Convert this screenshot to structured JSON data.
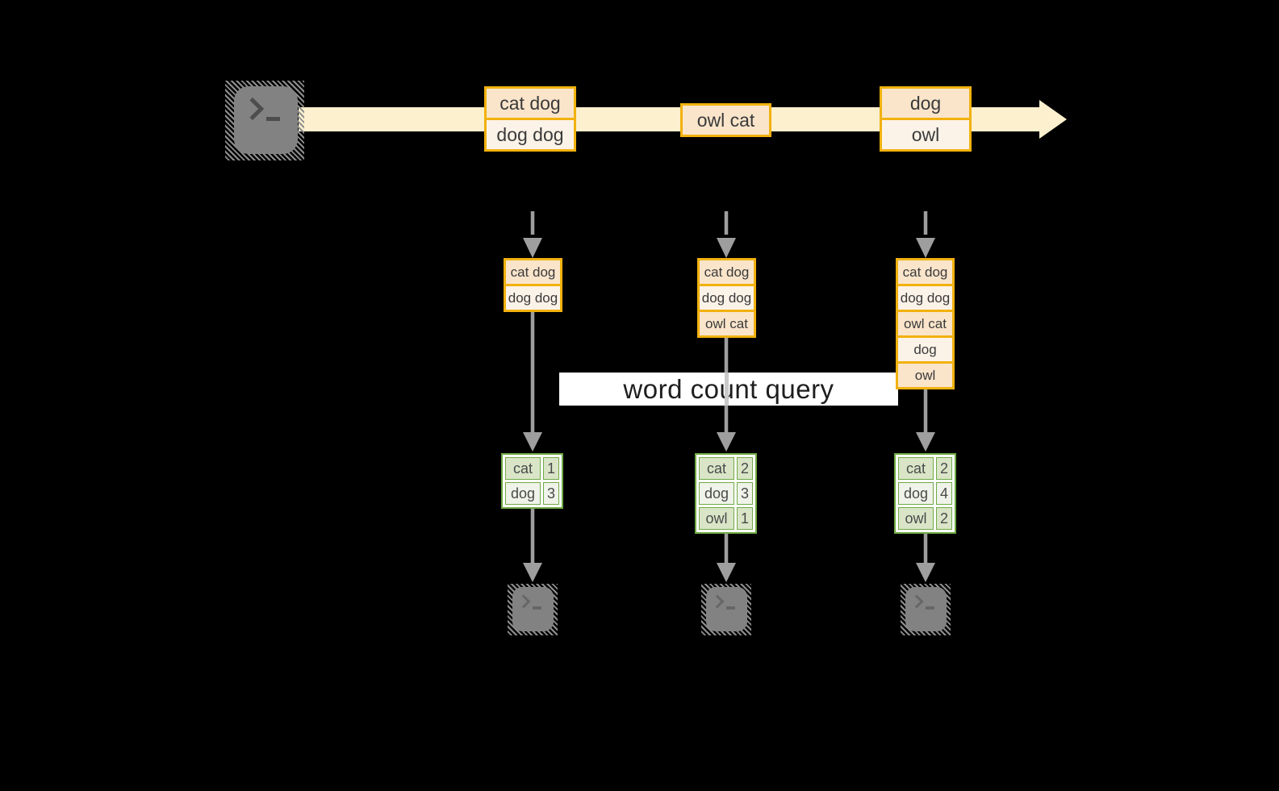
{
  "query": {
    "label": "word count query"
  },
  "stream": {
    "events": [
      {
        "lines": [
          "cat dog",
          "dog dog"
        ]
      },
      {
        "lines": [
          "owl cat"
        ]
      },
      {
        "lines": [
          "dog",
          "owl"
        ]
      }
    ]
  },
  "columns": [
    {
      "buffer": [
        "cat dog",
        "dog dog"
      ],
      "counts": [
        [
          "cat",
          "1"
        ],
        [
          "dog",
          "3"
        ]
      ]
    },
    {
      "buffer": [
        "cat dog",
        "dog dog",
        "owl cat"
      ],
      "counts": [
        [
          "cat",
          "2"
        ],
        [
          "dog",
          "3"
        ],
        [
          "owl",
          "1"
        ]
      ]
    },
    {
      "buffer": [
        "cat dog",
        "dog dog",
        "owl cat",
        "dog",
        "owl"
      ],
      "counts": [
        [
          "cat",
          "2"
        ],
        [
          "dog",
          "4"
        ],
        [
          "owl",
          "2"
        ]
      ]
    }
  ],
  "icons": {
    "source_terminal": "terminal-prompt",
    "sink_terminals": [
      "terminal-prompt",
      "terminal-prompt",
      "terminal-prompt"
    ]
  },
  "colors": {
    "background": "#000000",
    "stream_band": "#fcf0ce",
    "box_border": "#f2b10e",
    "box_fill_dark": "#fae5cb",
    "box_fill_light": "#fcf3e8",
    "table_border": "#6faa45",
    "table_fill_dark": "#dae5c8",
    "table_fill_light": "#eff3e9",
    "arrow_gray": "#9e9e9e",
    "terminal_gray": "#828282",
    "query_band_bg": "#ffffff",
    "text": "#3a3a3a"
  }
}
